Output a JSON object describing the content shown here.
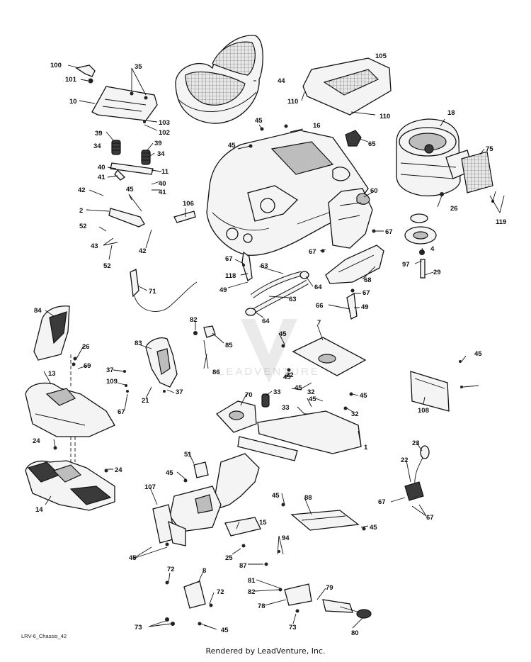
{
  "diagram": {
    "drawing_id": "LRV-6_Chassis_42",
    "caption": "Rendered by LeadVenture, Inc.",
    "watermark": "LEADVENTURE",
    "callouts": [
      "100",
      "101",
      "35",
      "10",
      "103",
      "102",
      "39",
      "39",
      "34",
      "34",
      "40",
      "41",
      "11",
      "40",
      "41",
      "42",
      "45",
      "2",
      "52",
      "43",
      "42",
      "52",
      "44",
      "105",
      "110",
      "110",
      "45",
      "16",
      "45",
      "65",
      "18",
      "75",
      "26",
      "119",
      "60",
      "67",
      "67",
      "106",
      "67",
      "118",
      "63",
      "49",
      "64",
      "68",
      "63",
      "64",
      "97",
      "4",
      "29",
      "71",
      "67",
      "49",
      "66",
      "84",
      "82",
      "85",
      "7",
      "45",
      "26",
      "69",
      "83",
      "45",
      "13",
      "37",
      "109",
      "21",
      "37",
      "67",
      "86",
      "32",
      "45",
      "45",
      "108",
      "45",
      "70",
      "33",
      "32",
      "33",
      "45",
      "32",
      "1",
      "24",
      "24",
      "14",
      "51",
      "45",
      "23",
      "22",
      "67",
      "67",
      "107",
      "45",
      "88",
      "45",
      "15",
      "45",
      "25",
      "94",
      "72",
      "8",
      "72",
      "87",
      "81",
      "82",
      "79",
      "78",
      "73",
      "73",
      "45",
      "80"
    ]
  }
}
